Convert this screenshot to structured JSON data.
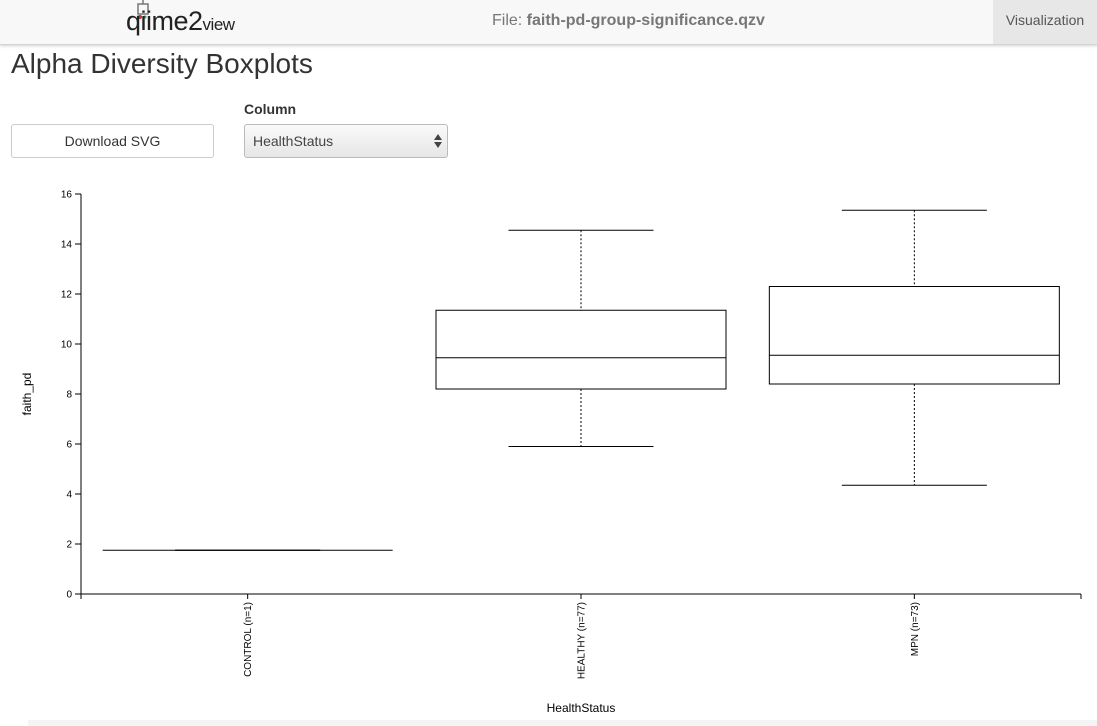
{
  "header": {
    "logo_main": "qiime2",
    "logo_sub": "view",
    "file_prefix": "File: ",
    "file_name": "faith-pd-group-significance.qzv",
    "nav_tab": "Visualization"
  },
  "page": {
    "title": "Alpha Diversity Boxplots",
    "download_label": "Download SVG",
    "column_label": "Column",
    "column_selected": "HealthStatus"
  },
  "chart_data": {
    "type": "boxplot",
    "xlabel": "HealthStatus",
    "ylabel": "faith_pd",
    "ylim": [
      0,
      16
    ],
    "yticks": [
      0,
      2,
      4,
      6,
      8,
      10,
      12,
      14,
      16
    ],
    "grid": false,
    "categories": [
      "CONTROL (n=1)",
      "HEALTHY (n=77)",
      "MPN (n=73)"
    ],
    "boxes": [
      {
        "min": 1.75,
        "q1": 1.75,
        "median": 1.75,
        "q3": 1.75,
        "max": 1.75
      },
      {
        "min": 5.9,
        "q1": 8.2,
        "median": 9.45,
        "q3": 11.35,
        "max": 14.55
      },
      {
        "min": 4.35,
        "q1": 8.4,
        "median": 9.55,
        "q3": 12.3,
        "max": 15.35
      }
    ]
  }
}
